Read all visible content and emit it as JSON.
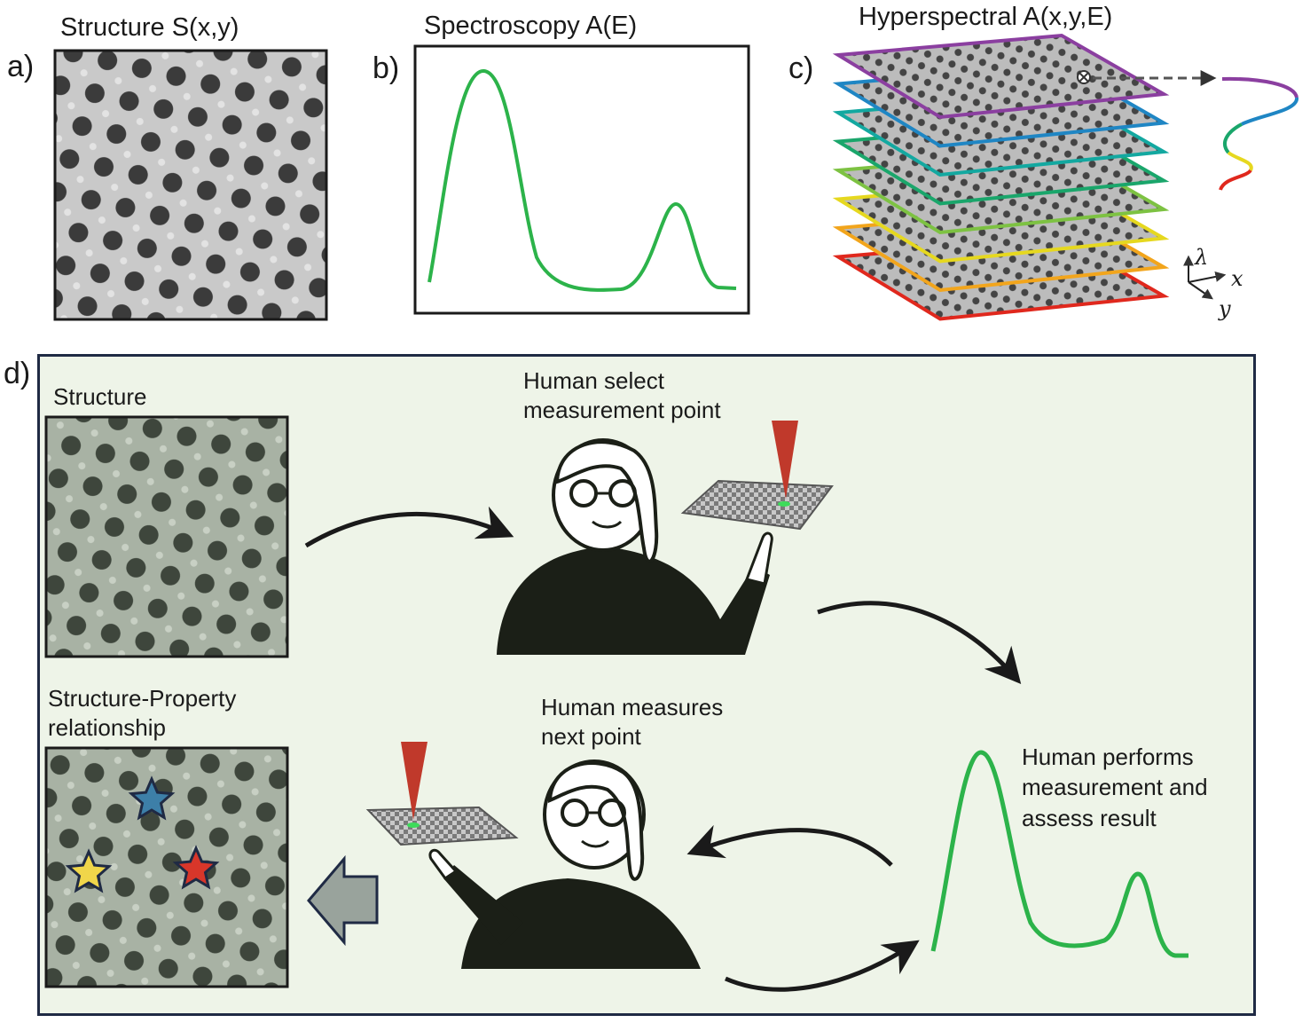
{
  "panels": {
    "a": {
      "label": "a)",
      "title": "Structure S(x,y)"
    },
    "b": {
      "label": "b)",
      "title": "Spectroscopy A(E)"
    },
    "c": {
      "label": "c)",
      "title": "Hyperspectral A(x,y,E)",
      "axes": {
        "lambda": "λ",
        "x": "x",
        "y": "y"
      }
    },
    "d": {
      "label": "d)",
      "structure_caption": "Structure",
      "relationship_caption": [
        "Structure-Property",
        "relationship"
      ],
      "select_caption": [
        "Human select",
        "measurement point"
      ],
      "measures_caption": [
        "Human measures",
        "next point"
      ],
      "performs_caption": [
        "Human performs",
        "measurement and",
        "assess result"
      ]
    }
  },
  "colors": {
    "spectrum": "#2cb34a",
    "tip": "#c0392b",
    "panel_d_bg": "#eef4e8",
    "panel_d_border": "#1f2a44",
    "layers": [
      "#8b3fa0",
      "#1f86c4",
      "#13a8a0",
      "#1aa66b",
      "#7dc242",
      "#e6d81f",
      "#f2a51c",
      "#e0281d"
    ],
    "stars": [
      "#3d7fa8",
      "#f0d64a",
      "#d8362a"
    ]
  },
  "icons": [
    "person-icon",
    "probe-tip-icon",
    "sample-grid-icon",
    "star-marker-icon",
    "arrow-icon",
    "hollow-arrow-icon"
  ]
}
